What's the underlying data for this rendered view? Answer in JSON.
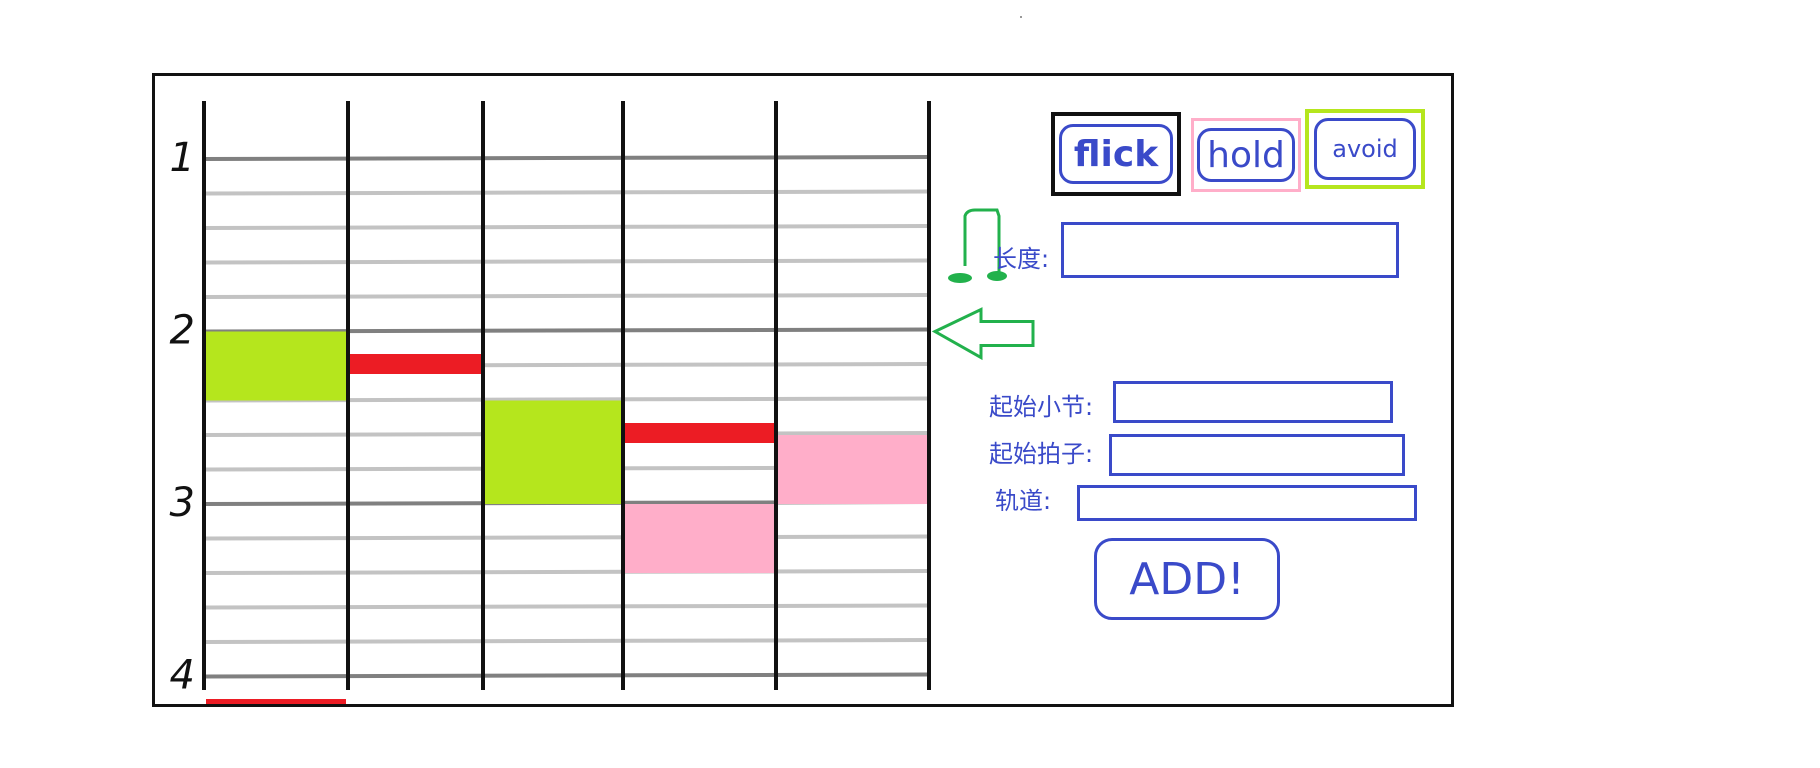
{
  "tracks": 5,
  "measure_labels": [
    "1",
    "2",
    "3",
    "4"
  ],
  "beats_per_measure": 5,
  "notes": [
    {
      "type": "flick",
      "track": 1,
      "measure": 1,
      "beat": 1,
      "length": 0
    },
    {
      "type": "flick",
      "track": 3,
      "measure": 1,
      "beat": 3,
      "length": 0
    },
    {
      "type": "flick",
      "track": 0,
      "measure": 3,
      "beat": 1,
      "length": 0
    },
    {
      "type": "hold",
      "track": 0,
      "measure": 1,
      "beat": 2,
      "length": 2
    },
    {
      "type": "hold",
      "track": 2,
      "measure": 2,
      "beat": 0,
      "length": 3
    },
    {
      "type": "avoid",
      "track": 3,
      "measure": 2,
      "beat": 2,
      "length": 2
    },
    {
      "type": "avoid",
      "track": 4,
      "measure": 2,
      "beat": 0,
      "length": 2
    }
  ],
  "colors": {
    "flick": "#ec1c24",
    "hold": "#b5e61d",
    "avoid": "#ffaec9",
    "ui": "#3a4ac9",
    "annotation": "#22b14c"
  },
  "note_buttons": [
    {
      "label": "flick",
      "frame_color": "#111111"
    },
    {
      "label": "hold",
      "frame_color": "#ffaec9"
    },
    {
      "label": "avoid",
      "frame_color": "#b5e61d"
    }
  ],
  "fields": {
    "length_label": "长度:",
    "start_measure_label": "起始小节:",
    "start_beat_label": "起始拍子:",
    "track_label": "轨道:"
  },
  "add_label": "ADD!"
}
